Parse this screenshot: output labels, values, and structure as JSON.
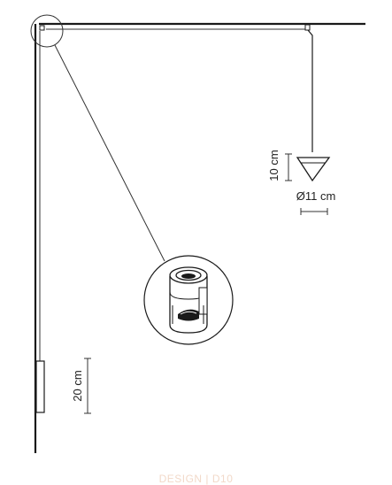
{
  "dimensions": {
    "shade_height": "10 cm",
    "shade_diameter": "Ø11 cm",
    "wall_part_height": "20 cm"
  },
  "footer": {
    "watermark": "DESIGN | D10"
  },
  "colors": {
    "line": "#1a1a1a",
    "thin_line": "#333333",
    "watermark": "#f2d9c9"
  }
}
